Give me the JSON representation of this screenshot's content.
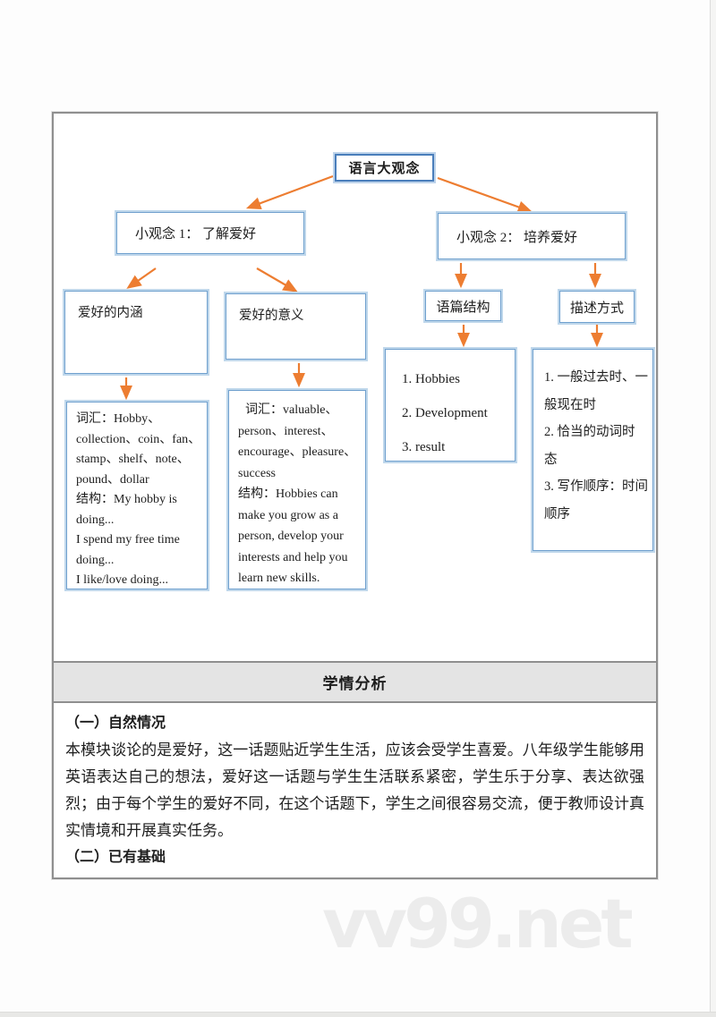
{
  "colors": {
    "arrow": "#ED7D31",
    "box_border": "#6FA0CE",
    "box_outline": "#BFD7EB",
    "title_border": "#4A7EBB",
    "header_bg": "#E4E4E4",
    "table_border": "#8F8F8F",
    "watermark": "#ECECEC"
  },
  "diagram": {
    "root_label": "语言大观念",
    "sub1_label": "小观念 1：  了解爱好",
    "sub2_label": "小观念 2：  培养爱好",
    "node_hobby_meaning": "爱好的内涵",
    "node_hobby_value": "爱好的意义",
    "node_text_structure": "语篇结构",
    "node_description_style": "描述方式",
    "content_hobby_meaning": "词汇：Hobby、\ncollection、coin、fan、\nstamp、shelf、note、\npound、dollar\n结构：My hobby is\ndoing...\nI spend my free time\ndoing...\nI like/love doing...",
    "content_hobby_value": "词汇：valuable、\nperson、interest、\nencourage、pleasure、\nsuccess\n结构：Hobbies can\nmake you grow as a\nperson, develop your\ninterests and help you\nlearn new skills.",
    "content_text_structure": "1. Hobbies\n2. Development\n3. result",
    "content_description_style": "1. 一般过去时、一\n般现在时\n2. 恰当的动词时\n态\n3. 写作顺序：时间\n顺序"
  },
  "analysis": {
    "header": "学情分析",
    "sub1": "（一）自然情况",
    "para1": "本模块谈论的是爱好，这一话题贴近学生生活，应该会受学生喜爱。八年级学生能够用英语表达自己的想法，爱好这一话题与学生生活联系紧密，学生乐于分享、表达欲强烈；由于每个学生的爱好不同，在这个话题下，学生之间很容易交流，便于教师设计真实情境和开展真实任务。",
    "sub2": "（二）已有基础"
  },
  "watermark": "vv99.net"
}
